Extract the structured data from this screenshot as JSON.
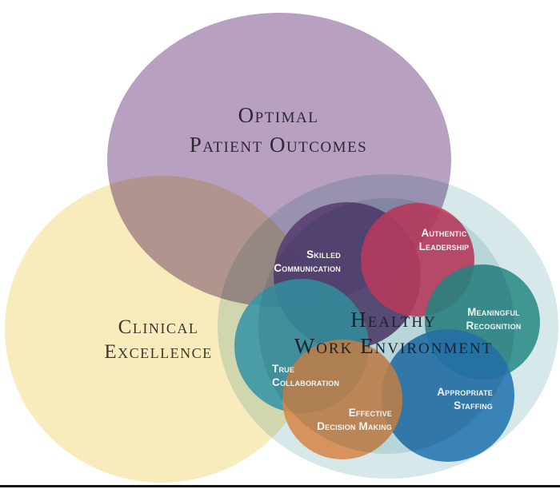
{
  "canvas": {
    "background": "#ffffff",
    "bottom_rule_color": "#101010"
  },
  "venn": {
    "optimal_patient_outcomes": {
      "line1": "Optimal",
      "line2": "Patient Outcomes",
      "fill": "#b7a0c0",
      "text_color": "#2d2836"
    },
    "clinical_excellence": {
      "line1": "Clinical",
      "line2": "Excellence",
      "fill": "#f8ecbd",
      "text_color": "#3a372b"
    },
    "healthy_work_environment": {
      "line1": "Healthy",
      "line2": "Work Environment",
      "fill": "#d6e8ea",
      "inner_ring_fill": "#b9d6dc",
      "text_color": "#1b222e"
    }
  },
  "standards": {
    "label_color": "#f4f5f3",
    "skilled_communication": {
      "line1": "Skilled",
      "line2": "Communication",
      "fill": "#594071"
    },
    "authentic_leadership": {
      "line1": "Authentic",
      "line2": "Leadership",
      "fill": "#d13f63"
    },
    "meaningful_recognition": {
      "line1": "Meaningful",
      "line2": "Recognition",
      "fill": "#2f8d8a"
    },
    "appropriate_staffing": {
      "line1": "Appropriate",
      "line2": "Staffing",
      "fill": "#2878b0"
    },
    "true_collaboration": {
      "line1": "True",
      "line2": "Collaboration",
      "fill": "#3b96a6"
    },
    "effective_decision_making": {
      "line1": "Effective",
      "line2": "Decision Making",
      "fill": "#d8884e"
    }
  }
}
